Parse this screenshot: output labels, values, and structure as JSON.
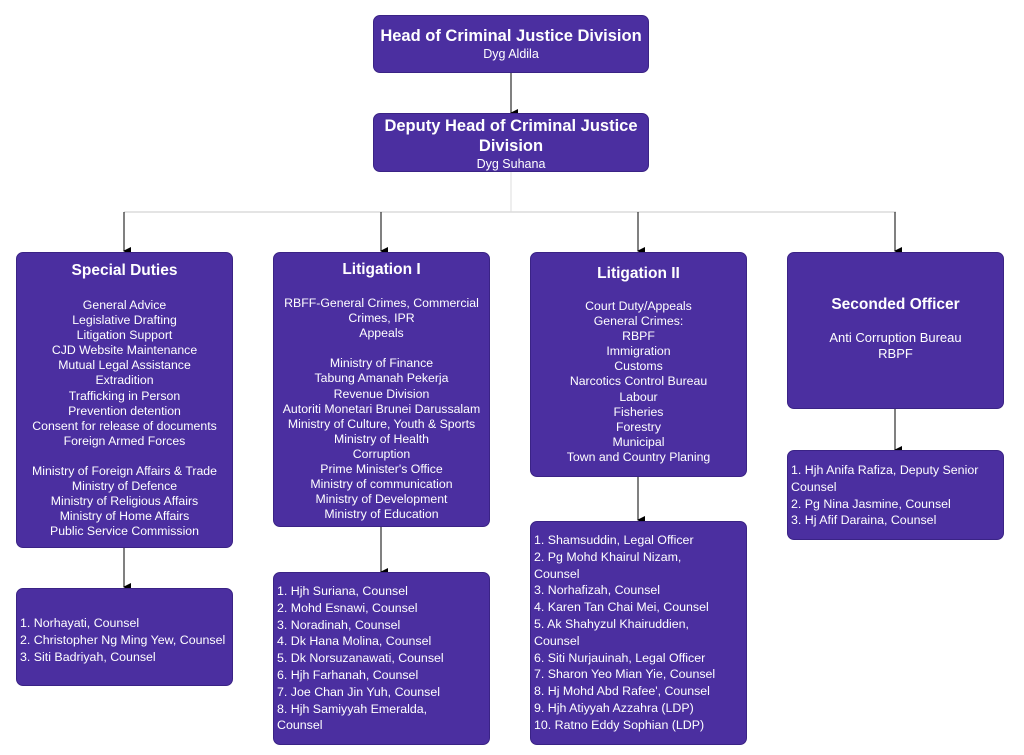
{
  "head": {
    "title": "Head of Criminal Justice Division",
    "name": "Dyg Aldila"
  },
  "deputy": {
    "title_line1": "Deputy Head of Criminal Justice",
    "title_line2": "Division",
    "name": "Dyg Suhana"
  },
  "units": [
    {
      "title": "Special Duties",
      "duties": [
        "General Advice",
        "Legislative Drafting",
        "Litigation Support",
        "CJD Website Maintenance",
        "Mutual Legal Assistance",
        "Extradition",
        "Trafficking in Person",
        "Prevention detention",
        "Consent for release of documents",
        "Foreign Armed Forces",
        "",
        "Ministry of Foreign Affairs & Trade",
        "Ministry of Defence",
        "Ministry of Religious Affairs",
        "Ministry of Home Affairs",
        "Public Service Commission"
      ],
      "staff": [
        "1. Norhayati, Counsel",
        "2. Christopher Ng Ming Yew, Counsel",
        "3. Siti Badriyah, Counsel"
      ]
    },
    {
      "title": "Litigation I",
      "duties": [
        "RBFF-General Crimes, Commercial",
        "Crimes, IPR",
        "Appeals",
        "",
        "Ministry of Finance",
        "Tabung Amanah Pekerja",
        "Revenue Division",
        "Autoriti Monetari Brunei Darussalam",
        "Ministry of Culture, Youth & Sports",
        "Ministry of Health",
        "Corruption",
        "Prime Minister's Office",
        "Ministry of communication",
        "Ministry of Development",
        "Ministry of Education"
      ],
      "staff": [
        "1. Hjh Suriana, Counsel",
        "2. Mohd Esnawi, Counsel",
        "3. Noradinah, Counsel",
        "4. Dk Hana Molina, Counsel",
        "5. Dk Norsuzanawati, Counsel",
        "6. Hjh Farhanah, Counsel",
        "7. Joe Chan Jin Yuh, Counsel",
        "8. Hjh Samiyyah Emeralda,",
        "Counsel"
      ]
    },
    {
      "title": "Litigation II",
      "duties": [
        "Court Duty/Appeals",
        "General Crimes:",
        "RBPF",
        "Immigration",
        "Customs",
        "Narcotics Control Bureau",
        "Labour",
        "Fisheries",
        "Forestry",
        "Municipal",
        "Town and Country Planing"
      ],
      "staff": [
        "1. Shamsuddin, Legal Officer",
        "2. Pg Mohd Khairul Nizam,",
        "Counsel",
        "3. Norhafizah, Counsel",
        "4. Karen Tan Chai Mei, Counsel",
        "5. Ak Shahyzul Khairuddien,",
        "Counsel",
        "6. Siti Nurjauinah, Legal Officer",
        "7. Sharon Yeo Mian Yie, Counsel",
        "8. Hj Mohd Abd Rafee', Counsel",
        "9. Hjh Atiyyah Azzahra (LDP)",
        "10. Ratno Eddy Sophian (LDP)"
      ]
    },
    {
      "title": "Seconded Officer",
      "duties": [
        "Anti Corruption Bureau",
        "RBPF"
      ],
      "staff": [
        "1. Hjh Anifa Rafiza, Deputy Senior",
        "Counsel",
        "2. Pg Nina Jasmine, Counsel",
        "3. Hj Afif Daraina, Counsel"
      ]
    }
  ]
}
